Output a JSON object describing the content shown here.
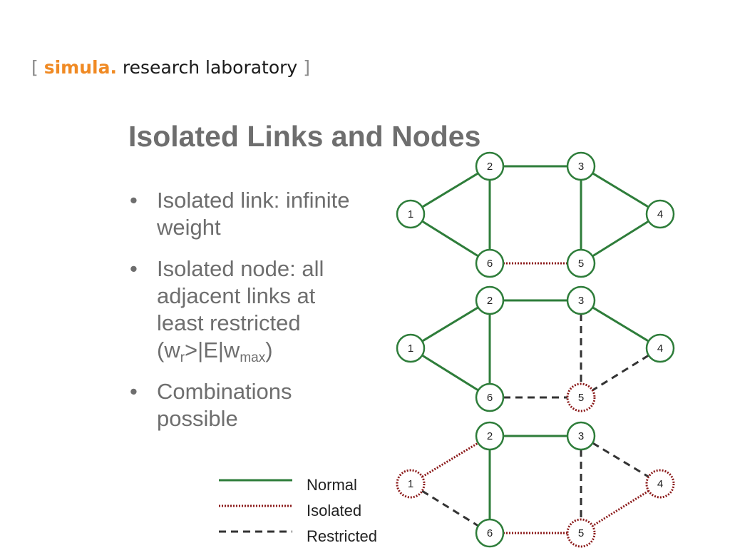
{
  "header": {
    "logo_open": "[",
    "logo_brand": "simula",
    "logo_dot": ".",
    "logo_rest": "research laboratory",
    "logo_close": "]"
  },
  "slide": {
    "title": "Isolated Links and Nodes",
    "bullet_glyph": "•",
    "bullets": {
      "b1": "Isolated link: infinite weight",
      "b2_main": "Isolated node: all adjacent links at least restricted (w",
      "b2_sub1": "r",
      "b2_mid": ">|E|w",
      "b2_sub2": "max",
      "b2_end": ")",
      "b3": "Combinations possible"
    }
  },
  "colors": {
    "normal": "#2e7d3a",
    "isolated": "#8b1a1a",
    "restricted": "#333333"
  },
  "legend": [
    {
      "label": "Normal",
      "style": "normal"
    },
    {
      "label": "Isolated",
      "style": "isolated"
    },
    {
      "label": "Restricted",
      "style": "restricted"
    }
  ],
  "graphs": [
    {
      "nodes": [
        {
          "id": "1",
          "style": "normal"
        },
        {
          "id": "2",
          "style": "normal"
        },
        {
          "id": "3",
          "style": "normal"
        },
        {
          "id": "4",
          "style": "normal"
        },
        {
          "id": "5",
          "style": "normal"
        },
        {
          "id": "6",
          "style": "normal"
        }
      ],
      "edges": [
        {
          "from": "1",
          "to": "2",
          "style": "normal"
        },
        {
          "from": "1",
          "to": "6",
          "style": "normal"
        },
        {
          "from": "2",
          "to": "3",
          "style": "normal"
        },
        {
          "from": "2",
          "to": "6",
          "style": "normal"
        },
        {
          "from": "3",
          "to": "4",
          "style": "normal"
        },
        {
          "from": "3",
          "to": "5",
          "style": "normal"
        },
        {
          "from": "4",
          "to": "5",
          "style": "normal"
        },
        {
          "from": "6",
          "to": "5",
          "style": "isolated"
        }
      ]
    },
    {
      "nodes": [
        {
          "id": "1",
          "style": "normal"
        },
        {
          "id": "2",
          "style": "normal"
        },
        {
          "id": "3",
          "style": "normal"
        },
        {
          "id": "4",
          "style": "normal"
        },
        {
          "id": "5",
          "style": "isolated"
        },
        {
          "id": "6",
          "style": "normal"
        }
      ],
      "edges": [
        {
          "from": "1",
          "to": "2",
          "style": "normal"
        },
        {
          "from": "1",
          "to": "6",
          "style": "normal"
        },
        {
          "from": "2",
          "to": "3",
          "style": "normal"
        },
        {
          "from": "2",
          "to": "6",
          "style": "normal"
        },
        {
          "from": "3",
          "to": "4",
          "style": "normal"
        },
        {
          "from": "3",
          "to": "5",
          "style": "restricted"
        },
        {
          "from": "4",
          "to": "5",
          "style": "restricted"
        },
        {
          "from": "6",
          "to": "5",
          "style": "restricted"
        }
      ]
    },
    {
      "nodes": [
        {
          "id": "1",
          "style": "isolated"
        },
        {
          "id": "2",
          "style": "normal"
        },
        {
          "id": "3",
          "style": "normal"
        },
        {
          "id": "4",
          "style": "isolated"
        },
        {
          "id": "5",
          "style": "isolated"
        },
        {
          "id": "6",
          "style": "normal"
        }
      ],
      "edges": [
        {
          "from": "1",
          "to": "2",
          "style": "isolated"
        },
        {
          "from": "1",
          "to": "6",
          "style": "restricted"
        },
        {
          "from": "2",
          "to": "3",
          "style": "normal"
        },
        {
          "from": "2",
          "to": "6",
          "style": "normal"
        },
        {
          "from": "3",
          "to": "4",
          "style": "restricted"
        },
        {
          "from": "3",
          "to": "5",
          "style": "restricted"
        },
        {
          "from": "4",
          "to": "5",
          "style": "isolated"
        },
        {
          "from": "6",
          "to": "5",
          "style": "isolated"
        }
      ]
    }
  ]
}
